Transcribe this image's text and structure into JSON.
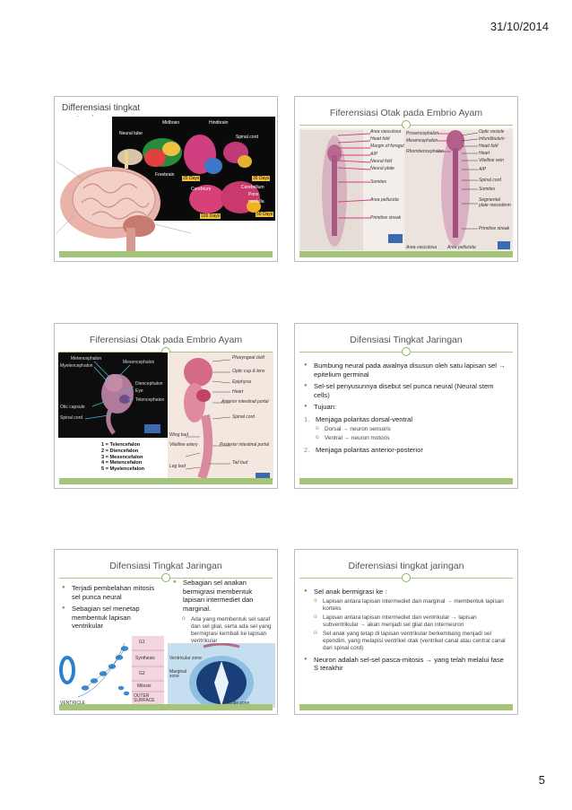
{
  "header": {
    "date": "31/10/2014"
  },
  "footer": {
    "page": "5"
  },
  "slide1": {
    "title": "Differensiasi tingkat anatomi",
    "fig_labels": [
      "Neural tube",
      "Midbrain",
      "Hindbrain",
      "Forebrain",
      "Spinal cord",
      "25 Days",
      "35 Days",
      "Cerebrum",
      "Cerebellum",
      "Pons",
      "medulla",
      "100 Days",
      "50 Days"
    ]
  },
  "slide2": {
    "title": "Fiferensiasi Otak pada Embrio Ayam",
    "left_labels": [
      "Area vasculosa",
      "Head fold",
      "Margin of foregut",
      "AIP",
      "Neural fold",
      "Neural plate",
      "Somites",
      "Area pellucida",
      "Primitive streak"
    ],
    "right_labels": [
      "Prosencephalon",
      "Mesencephalon",
      "Rhombencephalon",
      "Optic vesicle",
      "Infundibulum",
      "Head fold",
      "Heart",
      "Vitelline vein",
      "AIP",
      "Spinal cord",
      "Somites",
      "Segmental plate mesoderm",
      "Primitive streak"
    ],
    "bottom_labels": [
      "Area vasculosa",
      "Area pellucida"
    ]
  },
  "slide3": {
    "title": "Fiferensiasi Otak pada Embrio Ayam",
    "fig_labels": [
      "Metencephalon",
      "Myelencephalon",
      "Mesencephalon",
      "Diencephalon",
      "Eye",
      "Telencephalon",
      "Otic capsule",
      "Spinal cord"
    ],
    "key": [
      "1 = Telencefalon",
      "2 = Diencefalon",
      "3 = Mesencefalon",
      "4 = Metencefalon",
      "5 = Myelencefalon"
    ],
    "right_labels": [
      "Pharyngeal cleft",
      "Optic cup & lens",
      "Epiphysis",
      "Heart",
      "Anterior intestinal portal",
      "Spinal cord",
      "Vitelline artery",
      "Posterior intestinal portal",
      "Tail bud",
      "Leg bud",
      "Wing bud"
    ]
  },
  "slide4": {
    "title": "Difensiasi Tingkat Jaringan",
    "b1": "Bumbung neural pada awalnya disusun oleh satu lapisan sel → epitelium germinal",
    "b2": "Sel-sel penyusunnya disebut sel punca neural (Neural stem cells)",
    "b3": "Tujuan:",
    "n1": "Menjaga polaritas dorsal-ventral",
    "s1": "Dorsal → neuron sensoris",
    "s2": "Ventral → neuron motoris",
    "n2": "Menjaga polaritas anterior-posterior"
  },
  "slide5": {
    "title": "Difensiasi Tingkat Jaringan",
    "l1": "Terjadi pembelahan mitosis sel punca neural",
    "l2": "Sebagian sel menetap membentuk lapisan ventrikular",
    "r1": "Sebagian sel anakan bermigrasi membentuk lapisan intermediet dan marginal.",
    "r2": "Ada yang membentuk sel saraf dan sel glial, serta ada sel yang bermigrasi kembali ke lapisan ventrikular",
    "fig_labels": [
      "G1",
      "Synthesis",
      "G2",
      "Mitosis",
      "OUTER SURFACE",
      "VENTRICLE",
      "Marginal zone",
      "Mantle zone",
      "Ventricular zone"
    ]
  },
  "slide6": {
    "title": "Diferensiasi tingkat jaringan",
    "b1": "Sel anak bermigrasi ke :",
    "s1": "Lapisan antara lapisan intermediet dan marginal → membentuk lapisan korteks",
    "s2": "Lapisan antara lapisan intermediet dan ventrikular → lapisan subventrikular → akan menjadi sel glial dan interneuron",
    "s3": "Sel anak yang tetap di lapisan ventrikular berkembang menjadi sel ependim, yang melapisi ventrikel otak (ventrikel canal atau central canal dari spinal cord)",
    "b2": "Neuron adalah sel-sel pasca-mitosis → yang telah melalui fase S terakhir"
  }
}
